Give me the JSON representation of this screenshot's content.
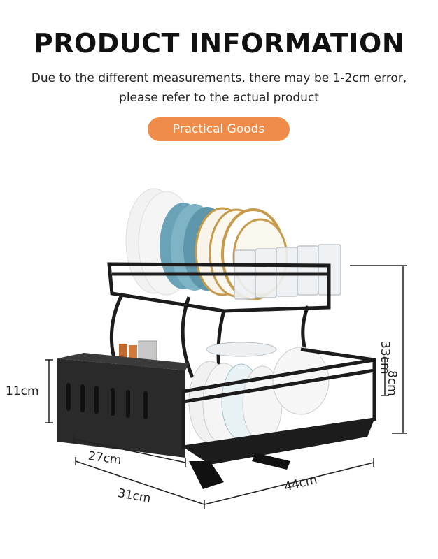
{
  "header": {
    "title": "PRODUCT INFORMATION",
    "subtitle_line1": "Due to the different measurements, there may be 1-2cm error,",
    "subtitle_line2": "please refer to the actual product",
    "badge": "Practical Goods"
  },
  "dimensions": {
    "height_caddy": "11cm",
    "width_caddy": "27cm",
    "depth": "31cm",
    "length": "44cm",
    "total_height": "33cm",
    "lower_height": "8cm"
  },
  "colors": {
    "badge": "#f08c4a",
    "rack": "#1c1c1c",
    "plate_blue": "#6aa3b8",
    "plate_white": "#f2f2f2",
    "plate_gold": "#c79a4a"
  }
}
